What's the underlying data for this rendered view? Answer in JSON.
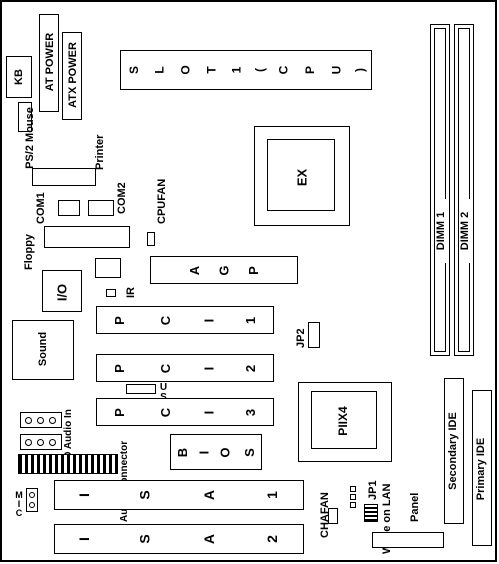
{
  "labels": {
    "kb": "KB",
    "at_power": "AT POWER",
    "atx_power": "ATX POWER",
    "ps2_mouse": "PS/2 Mouse",
    "printer": "Printer",
    "com1": "COM1",
    "com2": "COM2",
    "floppy": "Floppy",
    "io": "I/O",
    "sound": "Sound",
    "ir": "IR",
    "cpufan": "CPUFAN",
    "ex": "EX",
    "jp2": "JP2",
    "usb": "USB",
    "piix4": "PIIX4",
    "audio_in": "CD Audio In",
    "audio_connector": "Audio Connector",
    "mic": "MIC",
    "chafan": "CHAFAN",
    "jp1": "JP1",
    "wake_on_lan": "Wake on LAN",
    "panel": "Panel",
    "secondary_ide": "Secondary IDE",
    "primary_ide": "Primary IDE",
    "dimm1": "DIMM 1",
    "dimm2": "DIMM 2"
  },
  "slots": {
    "slot1": [
      "S",
      "L",
      "O",
      "T",
      "1",
      "(",
      "C",
      "P",
      "U",
      ")"
    ],
    "agp": [
      "A",
      "G",
      "P"
    ],
    "pci1": [
      "P",
      "C",
      "I",
      "1"
    ],
    "pci2": [
      "P",
      "C",
      "I",
      "2"
    ],
    "pci3": [
      "P",
      "C",
      "I",
      "3"
    ],
    "bios": [
      "B",
      "I",
      "O",
      "S"
    ],
    "isa1": [
      "I",
      "S",
      "A",
      "1"
    ],
    "isa2": [
      "I",
      "S",
      "A",
      "2"
    ]
  }
}
